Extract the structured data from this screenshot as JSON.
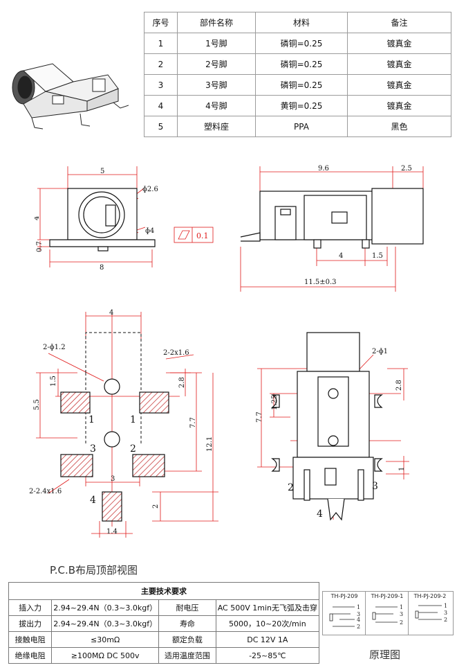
{
  "bom": {
    "headers": [
      "序号",
      "部件名称",
      "材料",
      "备注"
    ],
    "rows": [
      [
        "1",
        "1号脚",
        "磷铜=0.25",
        "镀真金"
      ],
      [
        "2",
        "2号脚",
        "磷铜=0.25",
        "镀真金"
      ],
      [
        "3",
        "3号脚",
        "磷铜=0.25",
        "镀真金"
      ],
      [
        "4",
        "4号脚",
        "黄铜=0.25",
        "镀真金"
      ],
      [
        "5",
        "塑料座",
        "PPA",
        "黑色"
      ]
    ]
  },
  "front_view": {
    "dim_width": "5",
    "dim_hole": "ɸ2.6",
    "dim_outer": "ɸ4",
    "dim_height": "4",
    "dim_foot": "0.7",
    "dim_base": "8",
    "tolerance_value": "0.1"
  },
  "side_view": {
    "dim_body": "9.6",
    "dim_nose": "2.5",
    "dim_pin_pitch": "4",
    "dim_pin_offset": "1.5",
    "dim_total": "11.5±0.3"
  },
  "pcb_layout": {
    "dim_top": "4",
    "hole_small": "2-ɸ1.2",
    "pad_big": "2-2x1.6",
    "dim_left": "5.5",
    "dim_1_5": "1.5",
    "dim_2_8": "2.8",
    "dim_7_7": "7.7",
    "dim_12_1": "12.1",
    "dim_3": "3",
    "dim_2": "2",
    "dim_1_4": "1.4",
    "pad_small": "2-2.4x1.6",
    "pins": [
      "1",
      "1",
      "3",
      "2",
      "4"
    ],
    "caption": "P.C.B布局顶部视图"
  },
  "bottom_view": {
    "hole": "2-ɸ1",
    "dim_2_8": "2.8",
    "dim_1_25": "1.25",
    "dim_7_7": "7.7",
    "dim_1": "1",
    "pins": [
      "2",
      "3",
      "4"
    ]
  },
  "spec": {
    "title": "主要技术要求",
    "rows": [
      [
        "插入力",
        "2.94~29.4N（0.3~3.0kgf）",
        "耐电压",
        "AC 500V 1min无飞弧及击穿"
      ],
      [
        "拔出力",
        "2.94~29.4N（0.3~3.0kgf）",
        "寿命",
        "5000，10~20次/min"
      ],
      [
        "接触电阻",
        "≤30mΩ",
        "额定负载",
        "DC 12V 1A"
      ],
      [
        "绝缘电阻",
        "≥100MΩ DC 500v",
        "适用温度范围",
        "-25~85℃"
      ]
    ]
  },
  "schematic": {
    "models": [
      "TH-PJ-209",
      "TH-PJ-209-1",
      "TH-PJ-209-2"
    ],
    "caption": "原理图",
    "pin_labels_a": [
      "1",
      "3",
      "4",
      "2"
    ],
    "pin_labels_b": [
      "1",
      "3",
      "2"
    ],
    "pin_labels_c": [
      "1",
      "3",
      "2"
    ]
  },
  "colors": {
    "dim": "#e01818",
    "line": "#111111",
    "hatch": "#c02020"
  }
}
